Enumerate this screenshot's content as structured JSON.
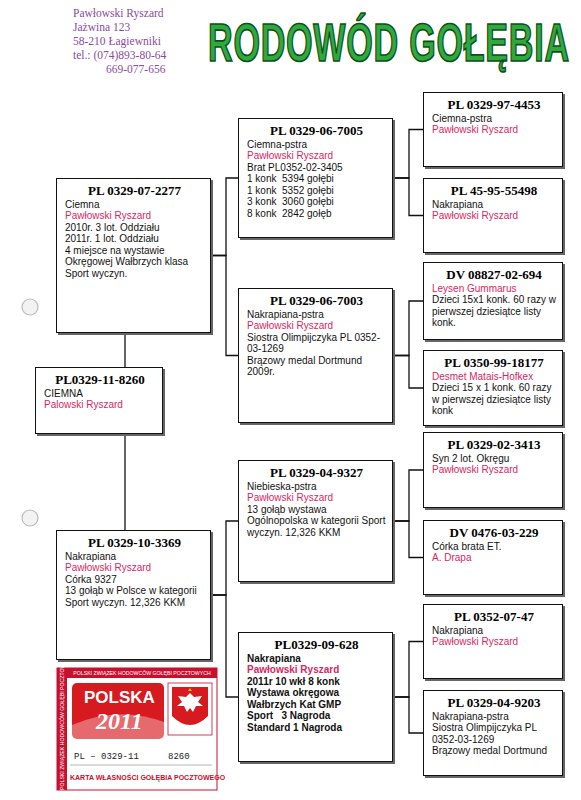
{
  "diagram": {
    "title": "RODOWÓD GOŁĘBIA",
    "nodes": [
      {
        "text": [
          "PL0329-11-8260",
          "CIEMNA",
          "Palowski Ryszard"
        ]
      },
      {
        "text": [
          "PL 0329-07-2277",
          "Ciemna",
          "Pawłowski Ryszard",
          "2010r. 3 lot. Oddziału",
          "2011r. 1 lot. Oddziału",
          "4 miejsce na wystawie Okręgowej Wałbrzych klasa Sport wyczyn."
        ]
      },
      {
        "text": [
          "PL 0329-10-3369",
          "Nakrapiana",
          "Pawłowski Ryszard",
          "Córka 9327",
          "13 gołąb w Polsce w kategorii Sport wyczyn. 12,326 KKM"
        ]
      },
      {
        "text": [
          "PL 0329-06-7005",
          "Ciemna-pstra",
          "Pawłowski Ryszard",
          "Brat PL0352-02-3405",
          "1 konk  5394 gołębi",
          "1 konk  5352 gołębi",
          "3 konk  3060 gołębi",
          "8 konk  2842 gołęb"
        ]
      },
      {
        "text": [
          "PL 0329-06-7003",
          "Nakrapiana-pstra",
          "Pawłowski Ryszard",
          "Siostra Olimpijczyka PL 0352-03-1269",
          "Brązowy medal Dortmund 2009r."
        ]
      },
      {
        "text": [
          "PL 0329-04-9327",
          "Niebieska-pstra",
          "Pawłowski Ryszard",
          "13 gołąb wystawa Ogólnopolska w kategorii Sport wyczyn. 12,326 KKM"
        ]
      },
      {
        "text": [
          "PL0329-09-628",
          "Nakrapiana",
          "Pawłowski Ryszard",
          "2011r 10 wkł 8 konk",
          "Wystawa okręgowa Wałbrzych Kat GMP",
          "Sport   3 Nagroda",
          "Standard 1 Nagroda"
        ]
      },
      {
        "text": [
          "PL 0329-97-4453",
          "Ciemna-pstra",
          "Pawłowski Ryszard"
        ]
      },
      {
        "text": [
          "PL 45-95-55498",
          "Nakrapiana",
          "Pawłowski Ryszard"
        ]
      },
      {
        "text": [
          "DV 08827-02-694",
          "Leysen Gummarus",
          "Dzieci 15x1 konk. 60 razy w pierwszej dziesiątce listy konk."
        ]
      },
      {
        "text": [
          "PL 0350-99-18177",
          "Desmet Matais-Hofkex",
          "Dzieci 15 x 1 konk. 60 razy w pierwszej dziesiątce listy konk"
        ]
      },
      {
        "text": [
          "PL 0329-02-3413",
          "Syn 2 lot. Okręgu",
          "Pawłowski Ryszard"
        ]
      },
      {
        "text": [
          "DV 0476-03-229",
          "Córka brata ET.",
          "A. Drapa"
        ]
      },
      {
        "text": [
          "PL 0352-07-47",
          "Nakrapiana",
          "Pawłowski Ryszard"
        ]
      },
      {
        "text": [
          "PL 0329-04-9203",
          "Nakrapiana-pstra",
          "Siostra Olimpijczyka PL 0352-03-1269",
          "Brązowy medal Dortmund"
        ]
      }
    ],
    "edges": [
      {
        "from": 0,
        "to": 1,
        "arrow": "none"
      },
      {
        "from": 0,
        "to": 2,
        "arrow": "none"
      },
      {
        "from": 1,
        "to": 3,
        "arrow": "none"
      },
      {
        "from": 1,
        "to": 4,
        "arrow": "none"
      },
      {
        "from": 2,
        "to": 5,
        "arrow": "none"
      },
      {
        "from": 2,
        "to": 6,
        "arrow": "none"
      },
      {
        "from": 3,
        "to": 7,
        "arrow": "none"
      },
      {
        "from": 3,
        "to": 8,
        "arrow": "none"
      },
      {
        "from": 4,
        "to": 9,
        "arrow": "none"
      },
      {
        "from": 4,
        "to": 10,
        "arrow": "none"
      },
      {
        "from": 5,
        "to": 11,
        "arrow": "none"
      },
      {
        "from": 5,
        "to": 12,
        "arrow": "none"
      },
      {
        "from": 6,
        "to": 13,
        "arrow": "none"
      },
      {
        "from": 6,
        "to": 14,
        "arrow": "none"
      }
    ],
    "labels": [
      "Pawłowski Ryszard",
      "Jażwina 123",
      "58-210 Łagiewniki",
      "tel.: (074)893-80-64",
      "669-077-656",
      "POLSKI ZWIĄZEK HODOWCÓW GOŁĘBI POCZTOWYCH",
      "POLSKI ZWIĄZEK HODOWCÓW GOŁĘBI POCZTOWYCH",
      "POLSKA",
      "2011",
      "PL – 0329-11",
      "8260",
      "KARTA WŁASNOŚCI GOŁĘBIA POCZTOWEGO"
    ]
  }
}
